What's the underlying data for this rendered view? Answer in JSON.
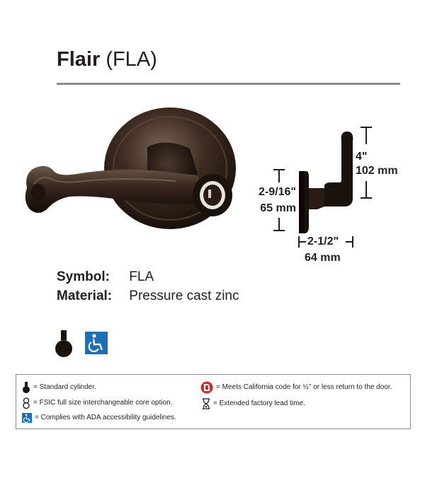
{
  "header": {
    "product_name": "Flair",
    "product_code": "(FLA)"
  },
  "dimensions": {
    "height_in": "4\"",
    "height_mm": "102 mm",
    "backset_in": "2-9/16\"",
    "backset_mm": "65 mm",
    "projection_in": "2-1/2\"",
    "projection_mm": "64 mm"
  },
  "specs": {
    "symbol_label": "Symbol:",
    "symbol_value": "FLA",
    "material_label": "Material:",
    "material_value": "Pressure cast zinc"
  },
  "legend": {
    "standard_cylinder": "= Standard cylinder.",
    "fsic": "= FSIC full size interchangeable core option.",
    "ada": "= Complies with ADA accessibility guidelines.",
    "california": "= Meets California code for ½\" or less return to the door.",
    "lead_time": "= Extended factory lead time."
  },
  "colors": {
    "finish": "#2b1d16",
    "ada_blue": "#1a6fb5",
    "rule_gray": "#8c8c8c",
    "ca_red": "#c8312d"
  },
  "icons": {
    "cylinder": "standard-cylinder-icon",
    "ada": "wheelchair-icon",
    "fsic": "fsic-core-icon",
    "california": "california-code-icon",
    "lead_time": "hourglass-icon"
  }
}
